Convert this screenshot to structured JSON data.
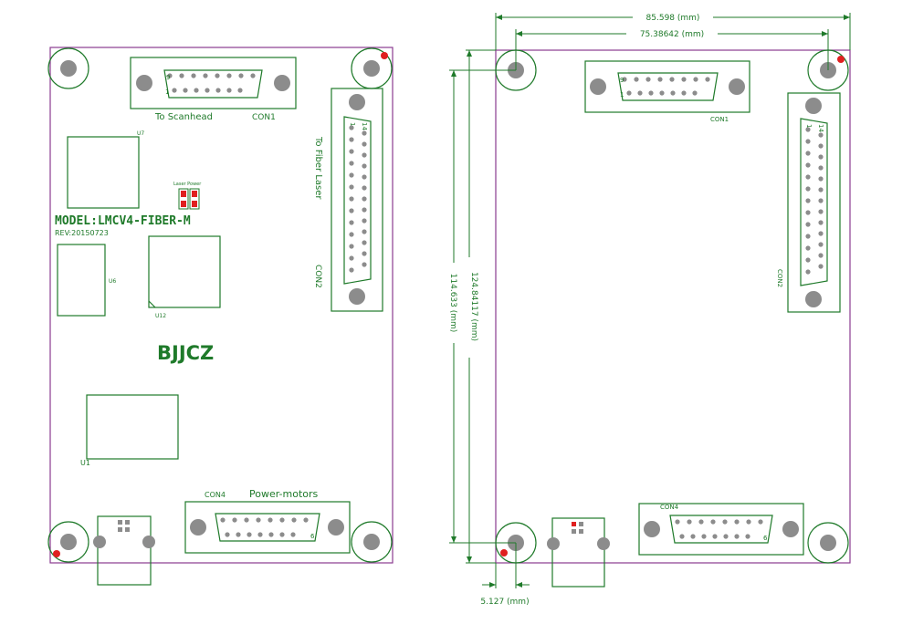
{
  "colors": {
    "board_outline": "#8a3b8f",
    "silk": "#1f7a2a",
    "pad_fill": "#8c8c8c",
    "pin1_marker": "#e02020"
  },
  "left_board": {
    "connector_scanhead_caption": "To Scanhead",
    "connector_scanhead_ref": "CON1",
    "connector_fiber_caption": "To Fiber Laser",
    "connector_fiber_ref": "CON2",
    "connector_power_ref": "CON4",
    "connector_power_caption": "Power-motors",
    "model": "MODEL:LMCV4-FIBER-M",
    "rev": "REV:20150723",
    "brand": "BJJCZ",
    "chip_u7": "U7",
    "chip_u6": "U6",
    "chip_u12": "U12",
    "chip_u1": "U1",
    "led_label": "Laser Power",
    "pin_9": "9",
    "pin_1": "1",
    "pin_14": "14",
    "pin_6": "6"
  },
  "right_board": {
    "connector_top_ref": "CON1",
    "connector_side_ref": "CON2",
    "connector_bottom_ref": "CON4",
    "pin_9": "9",
    "pin_1": "1",
    "pin_14": "14",
    "pin_6": "6"
  },
  "dimensions": {
    "overall_width": "85.598 (mm)",
    "hole_width": "75.38642 (mm)",
    "overall_height": "124.84117 (mm)",
    "hole_height": "114.633 (mm)",
    "hole_offset": "5.127 (mm)"
  }
}
